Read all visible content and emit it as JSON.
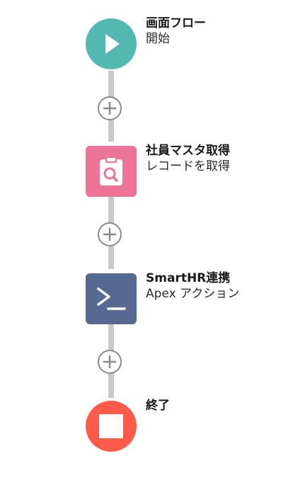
{
  "flow": {
    "nodes": [
      {
        "title": "画面フロー",
        "subtitle": "開始",
        "color": "#53b8b2",
        "icon": "play-icon"
      },
      {
        "title": "社員マスタ取得",
        "subtitle": "レコードを取得",
        "color": "#ee7399",
        "icon": "clipboard-search-icon"
      },
      {
        "title": "SmartHR連携",
        "subtitle": "Apex アクション",
        "color": "#566a91",
        "icon": "terminal-prompt-icon"
      },
      {
        "title": "終了",
        "subtitle": "",
        "color": "#fd5b49",
        "icon": "stop-icon"
      }
    ],
    "add_element_icon": "plus-icon",
    "connector_color": "#c9c9c9"
  }
}
